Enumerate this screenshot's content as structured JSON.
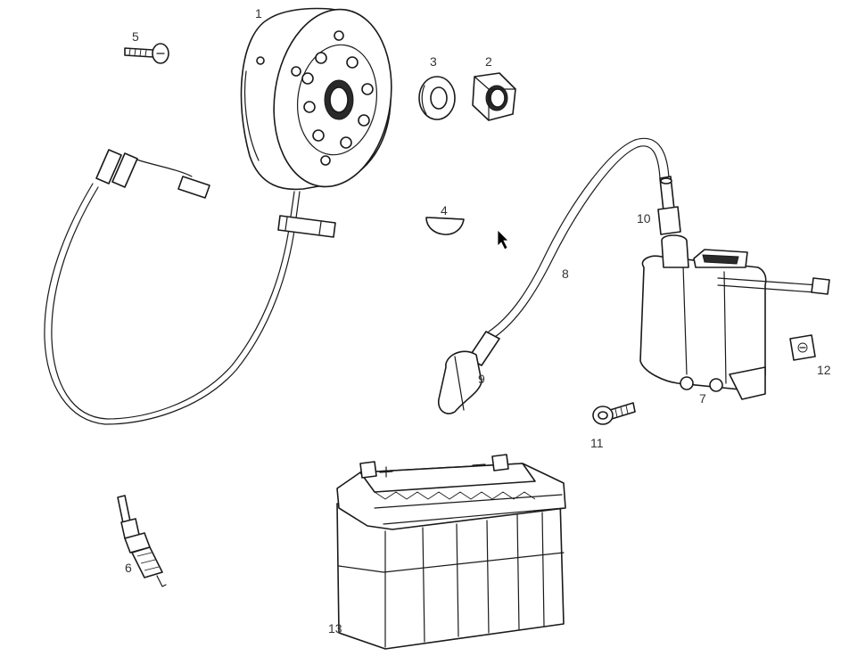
{
  "callouts": [
    {
      "id": "p1",
      "text": "1"
    },
    {
      "id": "p2",
      "text": "2"
    },
    {
      "id": "p3",
      "text": "3"
    },
    {
      "id": "p4",
      "text": "4"
    },
    {
      "id": "p5",
      "text": "5"
    },
    {
      "id": "p6",
      "text": "6"
    },
    {
      "id": "p7",
      "text": "7"
    },
    {
      "id": "p8",
      "text": "8"
    },
    {
      "id": "p9",
      "text": "9"
    },
    {
      "id": "p10",
      "text": "10"
    },
    {
      "id": "p11",
      "text": "11"
    },
    {
      "id": "p12",
      "text": "12"
    },
    {
      "id": "p13",
      "text": "13"
    }
  ],
  "colors": {
    "line": "#1a1a1a",
    "label": "#333333",
    "background": "#ffffff"
  },
  "icons": {
    "cursor": "mouse-pointer-icon"
  }
}
